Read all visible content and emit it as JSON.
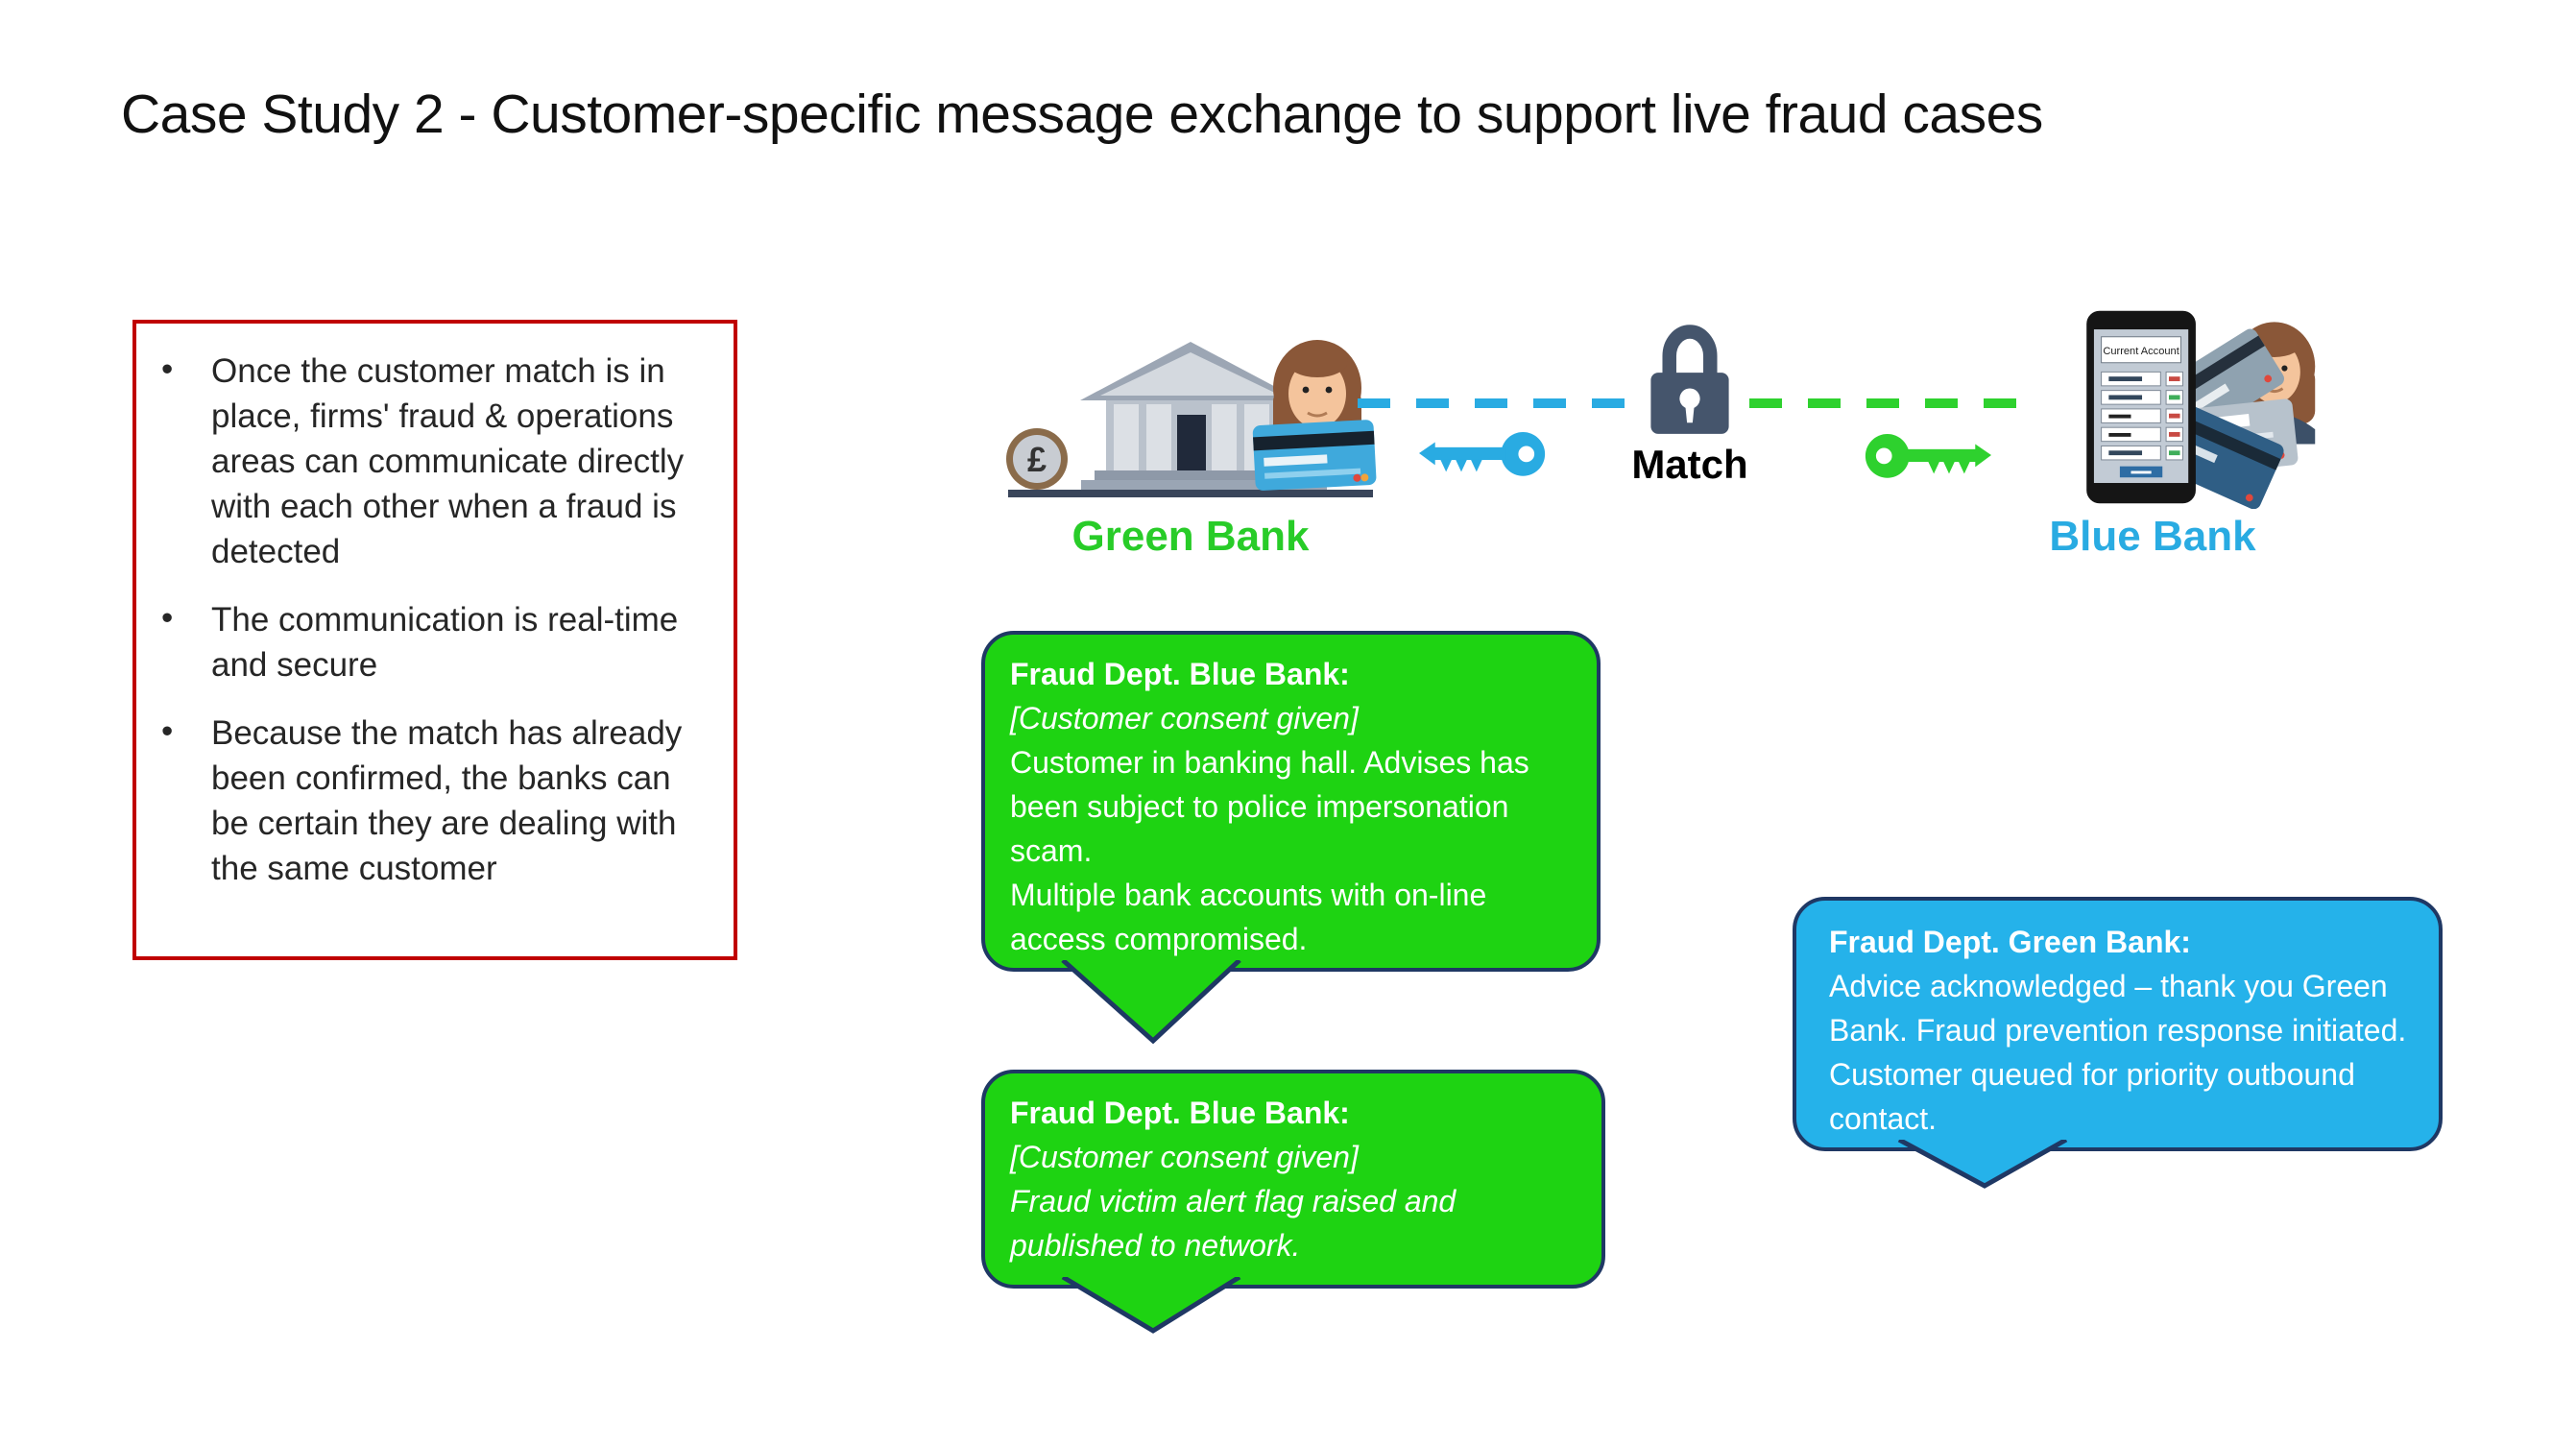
{
  "slide": {
    "title": "Case Study 2 - Customer-specific message exchange to support live fraud cases",
    "background": "#ffffff"
  },
  "notes_box": {
    "bullet_glyph": "•",
    "border_color": "#c00000",
    "bullets": [
      "Once the customer match is in place, firms' fraud & operations areas can communicate directly with each other when a fraud is detected",
      "The communication is real-time and secure",
      "Because the match has already been confirmed, the banks can be certain they are dealing with the same customer"
    ]
  },
  "diagram": {
    "green_bank": {
      "label": "Green Bank",
      "label_color": "#28cc28",
      "coin_symbol": "£"
    },
    "match_lock": {
      "label": "Match",
      "lock_color": "#45556c"
    },
    "blue_bank": {
      "label": "Blue Bank",
      "label_color": "#29abe2",
      "phone_header": "Current Account"
    },
    "connectors": {
      "blue_dash_color": "#29abe2",
      "green_dash_color": "#2ed12e"
    },
    "keys": {
      "blue_key_color": "#29abe2",
      "green_key_color": "#2ed12e"
    },
    "icons": {
      "bank_building": "bank-building-icon",
      "pound_coin": "pound-coin-icon",
      "woman_green": "woman-avatar-icon",
      "credit_card_green": "credit-card-icon",
      "padlock": "padlock-icon",
      "blue_key": "key-icon",
      "green_key": "key-icon",
      "smartphone": "smartphone-icon",
      "credit_cards_blue": "credit-cards-icon",
      "woman_blue": "woman-avatar-icon"
    }
  },
  "bubbles": {
    "green1": {
      "fill": "#1ed312",
      "border": "#1f3864",
      "header": "Fraud Dept. Blue Bank:",
      "consent": "[Customer consent given]",
      "line1": "Customer in banking hall. Advises has been subject to police impersonation scam.",
      "line2": "Multiple bank accounts with on-line access compromised."
    },
    "green2": {
      "fill": "#1ed312",
      "border": "#1f3864",
      "header": "Fraud Dept. Blue Bank:",
      "consent": "[Customer consent given]",
      "body": "Fraud victim alert flag raised and published to network."
    },
    "blue1": {
      "fill": "#25b2ea",
      "border": "#1f3864",
      "header": "Fraud Dept. Green Bank:",
      "body": "Advice acknowledged – thank you Green Bank. Fraud prevention response initiated. Customer queued for priority outbound contact."
    }
  }
}
